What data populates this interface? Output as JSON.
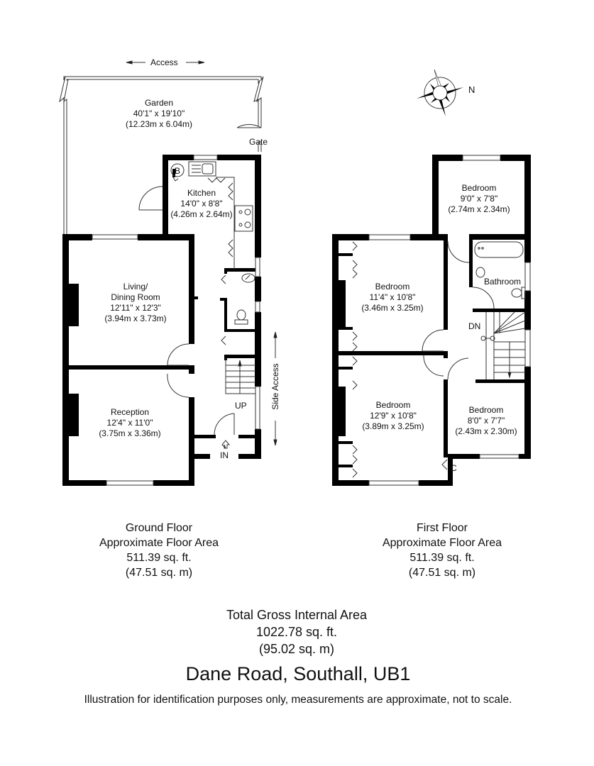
{
  "compass": {
    "label": "N",
    "icon": "compass-rose-icon"
  },
  "ground_floor": {
    "access_label": "Access",
    "side_access_label": "Side Access",
    "gate_label": "Gate",
    "boiler_label": "B",
    "up_label": "UP",
    "in_label": "IN",
    "rooms": [
      {
        "name": "Garden",
        "imperial": "40'1\" x 19'10\"",
        "metric": "(12.23m x 6.04m)"
      },
      {
        "name": "Kitchen",
        "imperial": "14'0\" x 8'8\"",
        "metric": "(4.26m x 2.64m)"
      },
      {
        "name": "Living/\nDining Room",
        "name_line1": "Living/",
        "name_line2": "Dining Room",
        "imperial": "12'11\" x 12'3\"",
        "metric": "(3.94m x 3.73m)"
      },
      {
        "name": "Reception",
        "imperial": "12'4\" x 11'0\"",
        "metric": "(3.75m x 3.36m)"
      }
    ],
    "summary": {
      "title": "Ground Floor",
      "subtitle": "Approximate Floor Area",
      "sqft": "511.39 sq. ft.",
      "sqm": "(47.51 sq. m)"
    }
  },
  "first_floor": {
    "dn_label": "DN",
    "cupboard_label": "C",
    "rooms": [
      {
        "name": "Bedroom",
        "imperial": "9'0\" x 7'8\"",
        "metric": "(2.74m x 2.34m)"
      },
      {
        "name": "Bedroom",
        "imperial": "11'4\" x 10'8\"",
        "metric": "(3.46m x 3.25m)"
      },
      {
        "name": "Bathroom"
      },
      {
        "name": "Bedroom",
        "imperial": "12'9\" x 10'8\"",
        "metric": "(3.89m x 3.25m)"
      },
      {
        "name": "Bedroom",
        "imperial": "8'0\" x 7'7\"",
        "metric": "(2.43m x 2.30m)"
      }
    ],
    "summary": {
      "title": "First Floor",
      "subtitle": "Approximate Floor Area",
      "sqft": "511.39 sq. ft.",
      "sqm": "(47.51 sq. m)"
    }
  },
  "total": {
    "title": "Total Gross Internal Area",
    "sqft": "1022.78 sq. ft.",
    "sqm": "(95.02 sq. m)"
  },
  "address": "Dane Road, Southall, UB1",
  "disclaimer": "Illustration for identification purposes only, measurements are approximate, not to scale.",
  "colors": {
    "wall": "#000000",
    "background": "#ffffff",
    "line": "#333333"
  }
}
